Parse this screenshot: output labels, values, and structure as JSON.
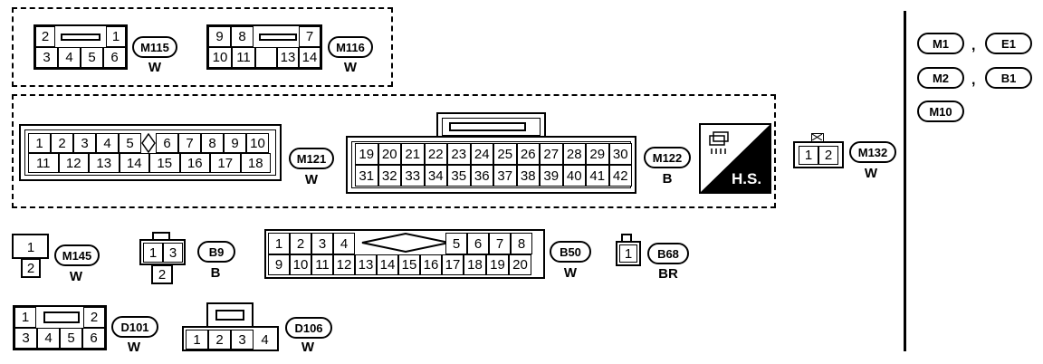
{
  "connectors": {
    "m115": {
      "id": "M115",
      "color": "W",
      "pins": [
        "2",
        "1",
        "3",
        "4",
        "5",
        "6"
      ]
    },
    "m116": {
      "id": "M116",
      "color": "W",
      "pins": [
        "9",
        "8",
        "7",
        "10",
        "11",
        "13",
        "14"
      ]
    },
    "m121": {
      "id": "M121",
      "color": "W",
      "row1": [
        "1",
        "2",
        "3",
        "4",
        "5",
        "6",
        "7",
        "8",
        "9",
        "10"
      ],
      "row2": [
        "11",
        "12",
        "13",
        "14",
        "15",
        "16",
        "17",
        "18"
      ]
    },
    "m122": {
      "id": "M122",
      "color": "B",
      "row1": [
        "19",
        "20",
        "21",
        "22",
        "23",
        "24",
        "25",
        "26",
        "27",
        "28",
        "29",
        "30"
      ],
      "row2": [
        "31",
        "32",
        "33",
        "34",
        "35",
        "36",
        "37",
        "38",
        "39",
        "40",
        "41",
        "42"
      ]
    },
    "hs": {
      "text": "H.S."
    },
    "m132": {
      "id": "M132",
      "color": "W",
      "pins": [
        "1",
        "2"
      ]
    },
    "m145": {
      "id": "M145",
      "color": "W",
      "pins": [
        "1",
        "2"
      ]
    },
    "b9": {
      "id": "B9",
      "color": "B",
      "pins": [
        "1",
        "3",
        "2"
      ]
    },
    "b50": {
      "id": "B50",
      "color": "W",
      "row1": [
        "1",
        "2",
        "3",
        "4",
        "5",
        "6",
        "7",
        "8"
      ],
      "row2": [
        "9",
        "10",
        "11",
        "12",
        "13",
        "14",
        "15",
        "16",
        "17",
        "18",
        "19",
        "20"
      ]
    },
    "b68": {
      "id": "B68",
      "color": "BR",
      "pins": [
        "1"
      ]
    },
    "d101": {
      "id": "D101",
      "color": "W",
      "pins": [
        "1",
        "2",
        "3",
        "4",
        "5",
        "6"
      ]
    },
    "d106": {
      "id": "D106",
      "color": "W",
      "pins": [
        "1",
        "2",
        "3",
        "4"
      ]
    }
  },
  "legend": {
    "rows": [
      {
        "a": "M1",
        "b": "E1"
      },
      {
        "a": "M2",
        "b": "B1"
      },
      {
        "a": "M10"
      }
    ],
    "separator": ","
  }
}
